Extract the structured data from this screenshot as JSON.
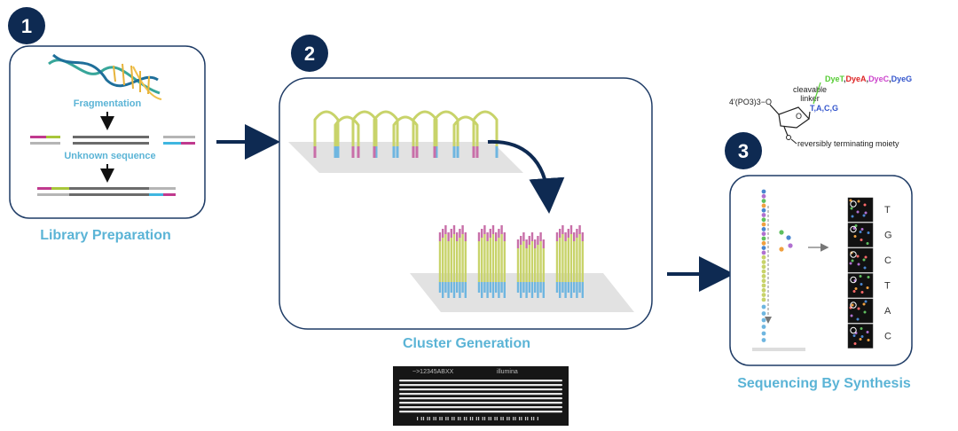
{
  "steps": [
    {
      "number": "1",
      "label": "Library Preparation"
    },
    {
      "number": "2",
      "label": "Cluster Generation"
    },
    {
      "number": "3",
      "label": "Sequencing By Synthesis"
    }
  ],
  "library_prep": {
    "fragmentation": "Fragmentation",
    "unknown_sequence": "Unknown sequence"
  },
  "chemistry": {
    "dyes": [
      "DyeT",
      "DyeA",
      "DyeC",
      "DyeG"
    ],
    "dye_colors": [
      "#55cc33",
      "#dd2222",
      "#cc44cc",
      "#3355cc"
    ],
    "linker": [
      "cleavable",
      "linker"
    ],
    "bases": "T,A,C,G",
    "phosphate": "4'(PO3)3−O",
    "moiety": "reversibly terminating moiety"
  },
  "read_bases": [
    "T",
    "G",
    "C",
    "T",
    "A",
    "C"
  ],
  "flowcell": {
    "barcode": "~>12345ABXX",
    "brand": "illumina"
  },
  "colors": {
    "navy": "#0e2a52",
    "label_blue": "#5bb4d6",
    "strand_green": "#c8d36a",
    "tip_pink": "#c86fa8",
    "tip_blue": "#6fb6e0",
    "adapter_magenta": "#c0398e",
    "adapter_lime": "#a8c63a",
    "adapter_cyan": "#3fb6e0",
    "dna_gray": "#6b6b6b"
  }
}
